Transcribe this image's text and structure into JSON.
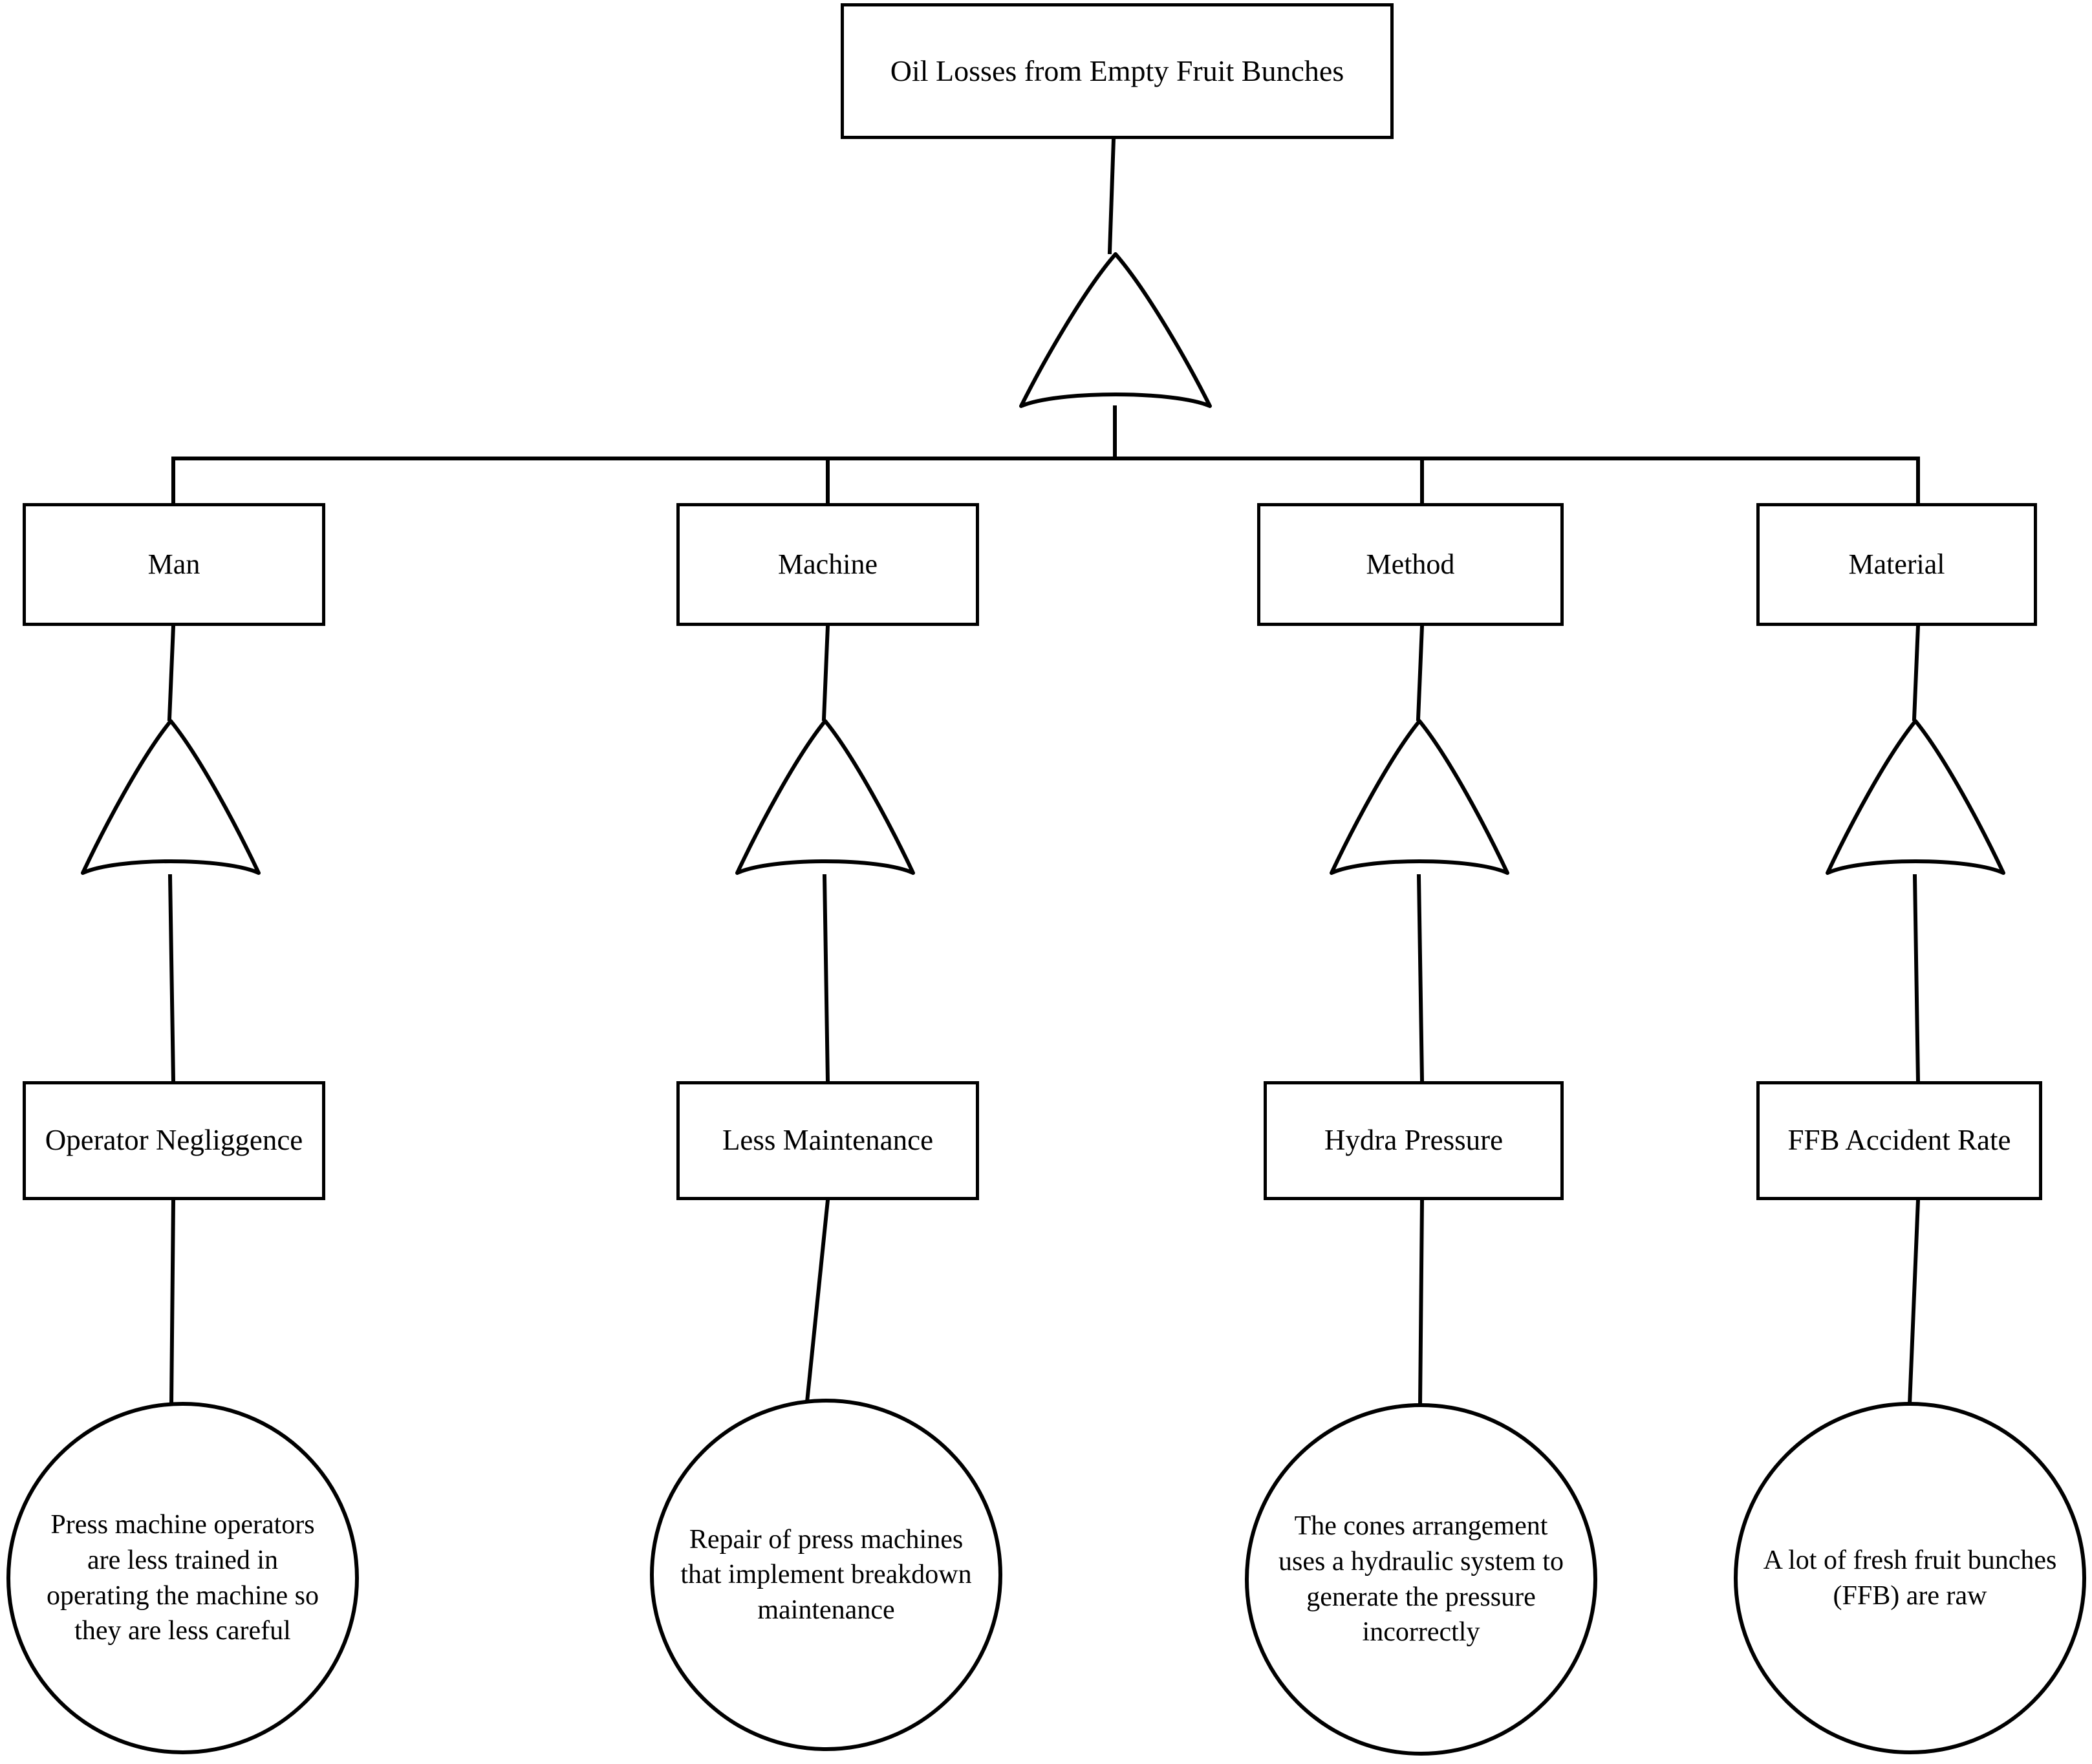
{
  "diagram": {
    "type": "fault-tree",
    "title": "Oil Losses from Empty Fruit Bunches",
    "gate_type": "OR",
    "top_event": {
      "label": "Oil Losses from Empty Fruit Bunches"
    },
    "gates": {
      "top_gate_name": "or-gate-top",
      "branch_gate_names": [
        "or-gate-man",
        "or-gate-machine",
        "or-gate-method",
        "or-gate-material"
      ]
    },
    "branches": [
      {
        "category": "Man",
        "cause": "Operator Negliggence",
        "basic_event_lines": [
          "Press machine operators",
          "are less trained in",
          "operating the machine so",
          "they are less careful"
        ]
      },
      {
        "category": "Machine",
        "cause": "Less Maintenance",
        "basic_event_lines": [
          "Repair of press machines",
          "that implement breakdown",
          "maintenance"
        ]
      },
      {
        "category": "Method",
        "cause": "Hydra Pressure",
        "basic_event_lines": [
          "The cones arrangement",
          "uses a hydraulic system to",
          "generate the pressure",
          "incorrectly"
        ]
      },
      {
        "category": "Material",
        "cause": "FFB Accident Rate",
        "basic_event_lines": [
          "A lot of fresh fruit bunches",
          "(FFB) are raw"
        ]
      }
    ],
    "colors": {
      "stroke": "#000000",
      "fill": "#ffffff",
      "text": "#000000"
    }
  }
}
